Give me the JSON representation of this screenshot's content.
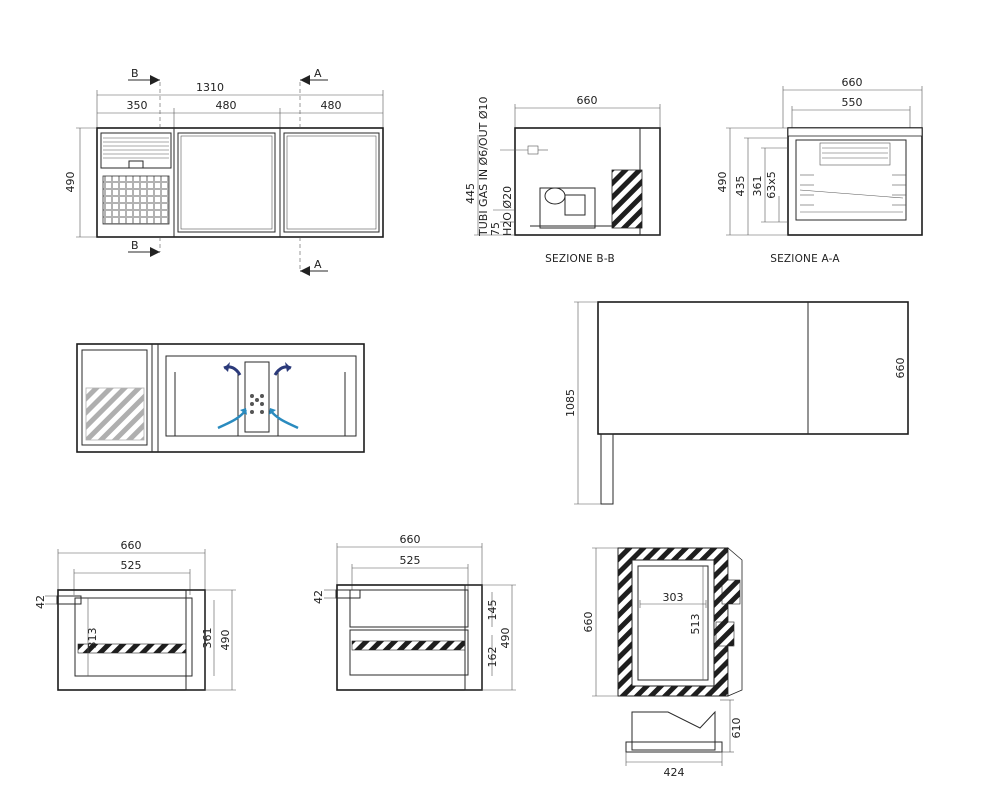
{
  "front": {
    "total": "1310",
    "d1": "350",
    "d2": "480",
    "d3": "480",
    "height": "490",
    "marker_b": "B",
    "marker_a": "A"
  },
  "section_bb": {
    "width": "660",
    "height": "445",
    "label_pipes": "TUBI GAS IN Ø6/OUT Ø10",
    "label_h2o": "H2O Ø20",
    "d75": "75",
    "caption": "SEZIONE B-B"
  },
  "section_aa": {
    "width": "660",
    "inner": "550",
    "h1": "490",
    "h2": "435",
    "h3": "361",
    "h4": "63x5",
    "caption": "SEZIONE A-A"
  },
  "top_view": {
    "depth": "1085",
    "width": "660"
  },
  "side1": {
    "width": "660",
    "inner": "525",
    "h_total": "490",
    "h_inner": "361",
    "h_313": "313",
    "d42": "42"
  },
  "side2": {
    "width": "660",
    "inner": "525",
    "h_total": "490",
    "h_145": "145",
    "h_162": "162",
    "d42": "42"
  },
  "section3": {
    "h660": "660",
    "w303": "303",
    "h513": "513",
    "h610": "610",
    "w424": "424"
  }
}
